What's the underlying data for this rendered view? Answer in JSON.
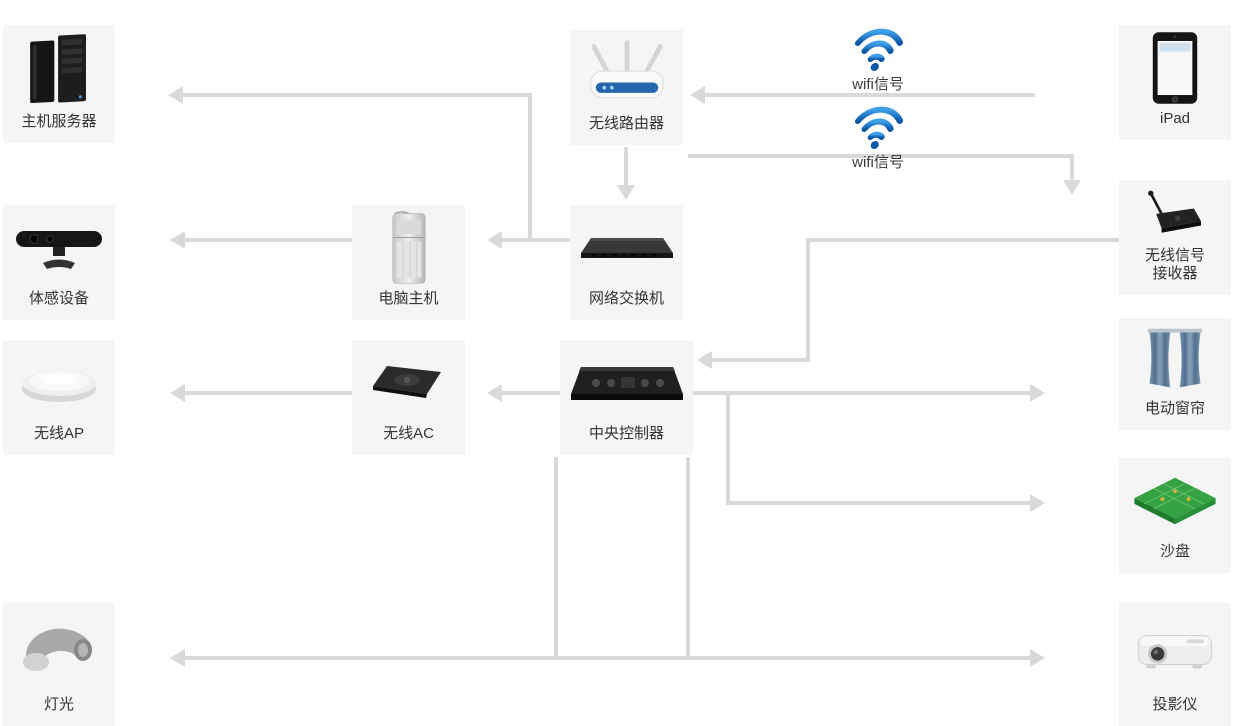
{
  "diagram": {
    "nodes": {
      "host_server": {
        "label": "主机服务器",
        "icon": "server-icon"
      },
      "motion_sensor": {
        "label": "体感设备",
        "icon": "kinect-icon"
      },
      "wireless_ap": {
        "label": "无线AP",
        "icon": "ap-disc-icon"
      },
      "lighting": {
        "label": "灯光",
        "icon": "light-icon"
      },
      "computer_host": {
        "label": "电脑主机",
        "icon": "tower-pc-icon"
      },
      "wireless_ac": {
        "label": "无线AC",
        "icon": "ac-device-icon"
      },
      "wireless_router": {
        "label": "无线路由器",
        "icon": "router-icon"
      },
      "network_switch": {
        "label": "网络交换机",
        "icon": "switch-icon"
      },
      "central_controller": {
        "label": "中央控制器",
        "icon": "controller-icon"
      },
      "ipad": {
        "label": "iPad",
        "icon": "tablet-icon"
      },
      "wireless_receiver": {
        "label_line1": "无线信号",
        "label_line2": "接收器",
        "icon": "receiver-icon"
      },
      "electric_curtain": {
        "label": "电动窗帘",
        "icon": "curtain-icon"
      },
      "sand_table": {
        "label": "沙盘",
        "icon": "sandbox-icon"
      },
      "projector": {
        "label": "投影仪",
        "icon": "projector-icon"
      }
    },
    "wifi": {
      "top_label": "wifi信号",
      "bottom_label": "wifi信号"
    },
    "edges": [
      {
        "from": "wireless_router",
        "to": "host_server"
      },
      {
        "from": "ipad",
        "to": "wireless_router",
        "via": "wifi"
      },
      {
        "from": "wireless_router",
        "to": "network_switch"
      },
      {
        "from": "wireless_router",
        "to": "wireless_receiver",
        "via": "wifi"
      },
      {
        "from": "network_switch",
        "to": "computer_host"
      },
      {
        "from": "computer_host",
        "to": "motion_sensor"
      },
      {
        "from": "wireless_receiver",
        "to": "central_controller"
      },
      {
        "from": "central_controller",
        "to": "wireless_ac"
      },
      {
        "from": "wireless_ac",
        "to": "wireless_ap"
      },
      {
        "from": "central_controller",
        "to": "electric_curtain"
      },
      {
        "from": "central_controller",
        "to": "sand_table"
      },
      {
        "from": "central_controller",
        "to": "lighting"
      },
      {
        "from": "central_controller",
        "to": "projector"
      }
    ],
    "colors": {
      "box_bg": "#f5f5f5",
      "connector_line": "#d9d9d9",
      "wifi_blue": "#0a57a8",
      "label_text": "#333333"
    }
  }
}
